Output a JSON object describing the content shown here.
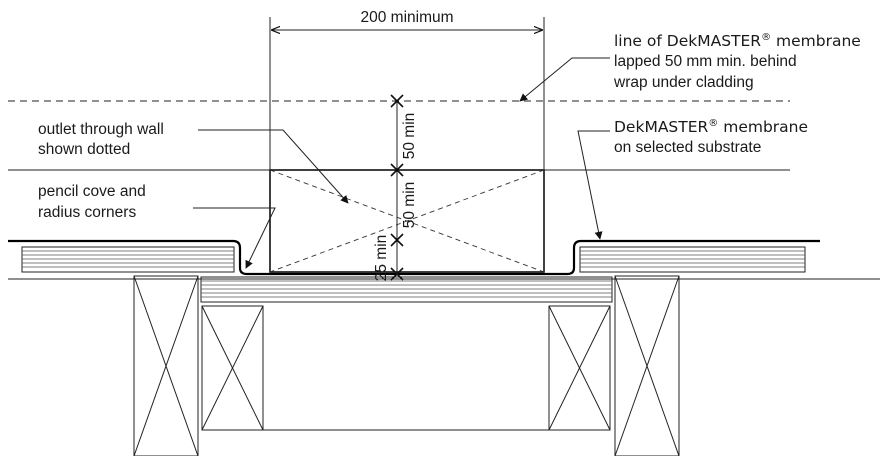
{
  "diagram": {
    "labels": {
      "dim_width": "200 minimum",
      "dim_50_upper": "50 min",
      "dim_50_lower": "50 min",
      "dim_25": "25 min",
      "line_membrane_lap": {
        "line1_pre": "line of ",
        "brand": "DekMASTER",
        "reg": "®",
        "line1_post": " membrane",
        "line2": "lapped 50 mm min. behind",
        "line3": "wrap under cladding"
      },
      "membrane_substrate": {
        "brand": "DekMASTER",
        "reg": "®",
        "line1_post": " membrane",
        "line2": "on selected substrate"
      },
      "outlet": {
        "line1": "outlet through wall",
        "line2": "shown dotted"
      },
      "pencil_cove": {
        "line1": "pencil cove and",
        "line2": "radius corners"
      }
    }
  }
}
